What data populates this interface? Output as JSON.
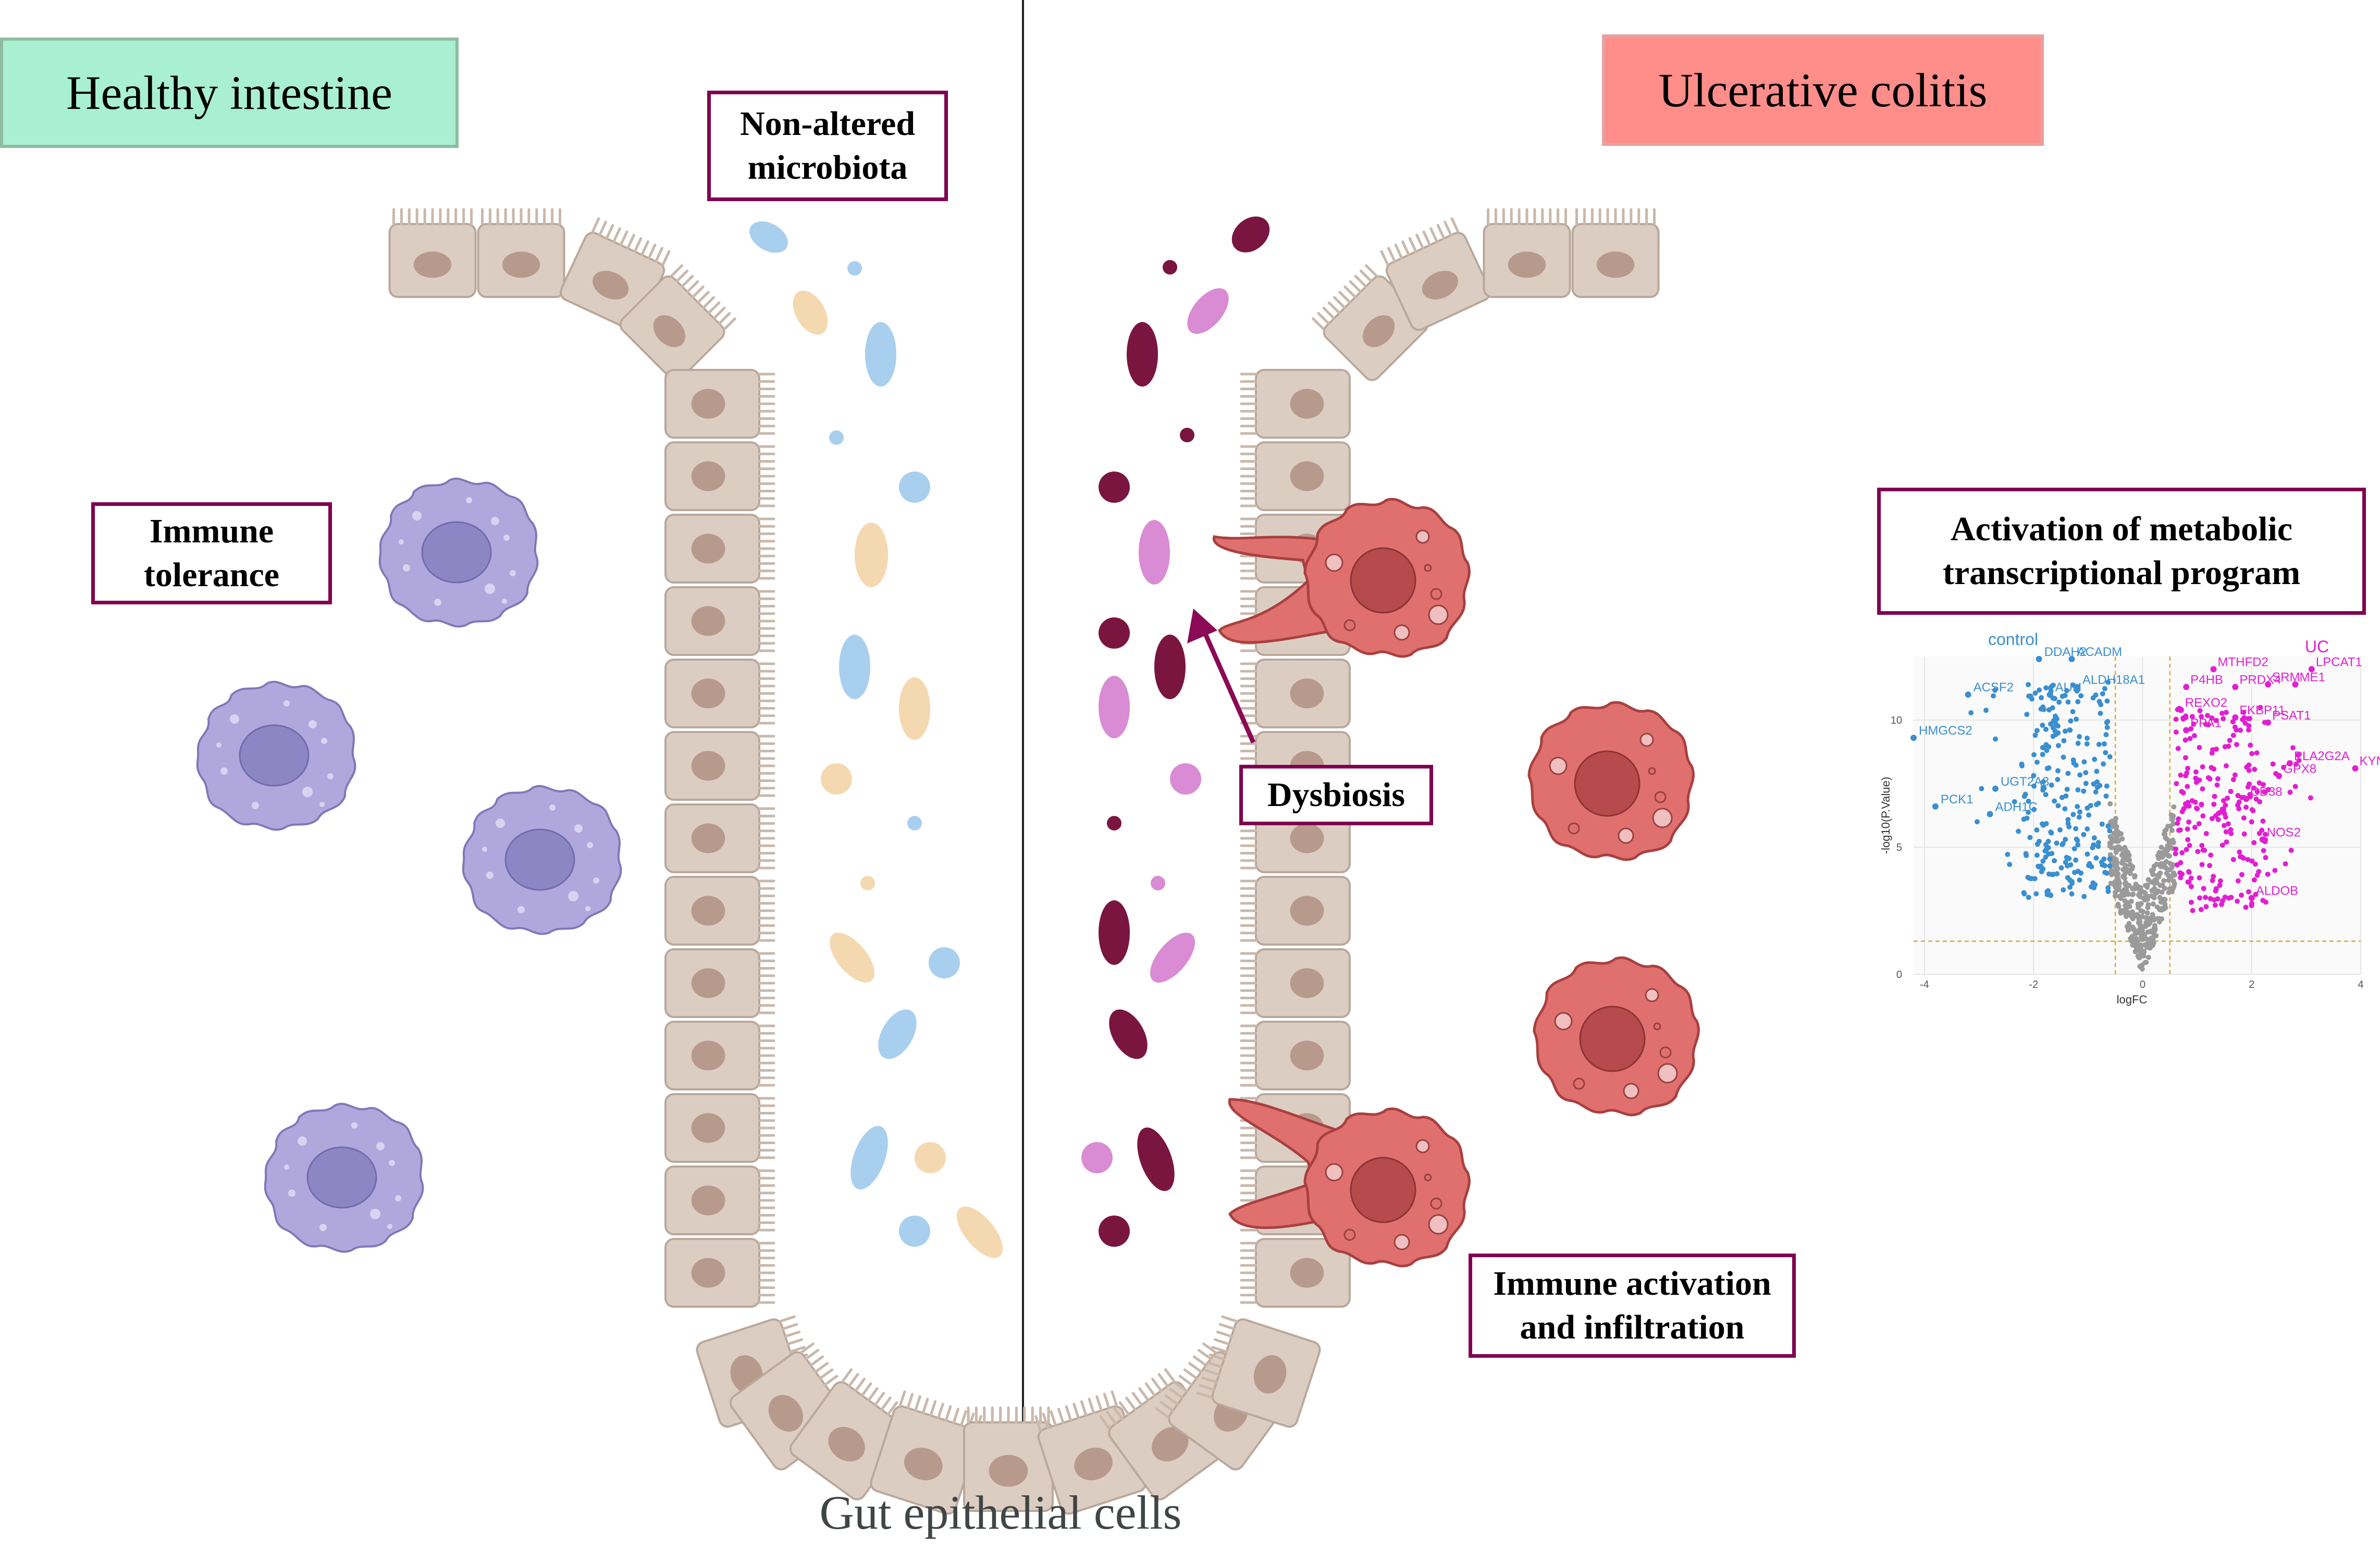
{
  "left_title": "Healthy intestine",
  "right_title": "Ulcerative colitis",
  "labels": {
    "non_altered": [
      "Non-altered",
      "microbiota"
    ],
    "immune_tolerance": [
      "Immune",
      "tolerance"
    ],
    "dysbiosis": "Dysbiosis",
    "immune_activation": [
      "Immune activation",
      "and infiltration"
    ],
    "metabolic": [
      "Activation of metabolic",
      "transcriptional program"
    ]
  },
  "caption": "Gut epithelial cells",
  "colors": {
    "healthy_title_bg": "#a9efd2",
    "uc_title_bg": "#ff8e8a",
    "label_border": "#800050",
    "epithelium": "#dccdc2",
    "nucleus": "#b89a8d",
    "tolerant_cell": "#b0a8dc",
    "activated_cell": "#e0706e",
    "dysbiosis_arrow": "#8a0a55"
  },
  "chart_data": {
    "type": "scatter",
    "title": "",
    "xlabel": "logFC",
    "ylabel": "-log10(P.Value)",
    "xlim": [
      -4.2,
      4
    ],
    "ylim": [
      0,
      12.5
    ],
    "x_ticks": [
      -4,
      -2,
      0,
      2,
      4
    ],
    "y_ticks": [
      0,
      5,
      10
    ],
    "group_labels": [
      "control",
      "UC"
    ],
    "thresholds": {
      "logfc": [
        -0.5,
        0.5
      ],
      "y": 1.3
    },
    "series_colors": {
      "down": "#3a8fcf",
      "up": "#e020d0",
      "ns": "#9a9a9a"
    },
    "down_genes": [
      {
        "gene": "DDAH2",
        "x": -1.9,
        "y": 12.4
      },
      {
        "gene": "ACADM",
        "x": -1.3,
        "y": 12.4
      },
      {
        "gene": "ALDH18A1",
        "x": -1.2,
        "y": 11.3
      },
      {
        "gene": "ACSF2",
        "x": -3.2,
        "y": 11.0
      },
      {
        "gene": "AUH",
        "x": -1.7,
        "y": 11.0
      },
      {
        "gene": "HMGCS2",
        "x": -4.2,
        "y": 9.3
      },
      {
        "gene": "UGT2A3",
        "x": -2.7,
        "y": 7.3
      },
      {
        "gene": "PCK1",
        "x": -3.8,
        "y": 6.6
      },
      {
        "gene": "ADH1C",
        "x": -2.8,
        "y": 6.3
      }
    ],
    "up_genes": [
      {
        "gene": "MTHFD2",
        "x": 1.3,
        "y": 12.0
      },
      {
        "gene": "LPCAT1",
        "x": 3.1,
        "y": 12.0
      },
      {
        "gene": "SRM",
        "x": 2.3,
        "y": 11.4
      },
      {
        "gene": "ME1",
        "x": 2.8,
        "y": 11.4
      },
      {
        "gene": "P4HB",
        "x": 0.8,
        "y": 11.3
      },
      {
        "gene": "PRDX4",
        "x": 1.7,
        "y": 11.3
      },
      {
        "gene": "REXO2",
        "x": 0.7,
        "y": 10.4
      },
      {
        "gene": "FKBP11",
        "x": 1.7,
        "y": 10.1
      },
      {
        "gene": "PSAT1",
        "x": 2.3,
        "y": 9.9
      },
      {
        "gene": "PPA1",
        "x": 0.8,
        "y": 9.6
      },
      {
        "gene": "PLA2G2A",
        "x": 2.7,
        "y": 8.3
      },
      {
        "gene": "GPX8",
        "x": 2.5,
        "y": 7.8
      },
      {
        "gene": "KYNU",
        "x": 3.9,
        "y": 8.1
      },
      {
        "gene": "CD38",
        "x": 1.9,
        "y": 6.9
      },
      {
        "gene": "NOS2",
        "x": 2.2,
        "y": 5.3
      },
      {
        "gene": "ALDOB",
        "x": 2.0,
        "y": 3.0
      }
    ]
  }
}
